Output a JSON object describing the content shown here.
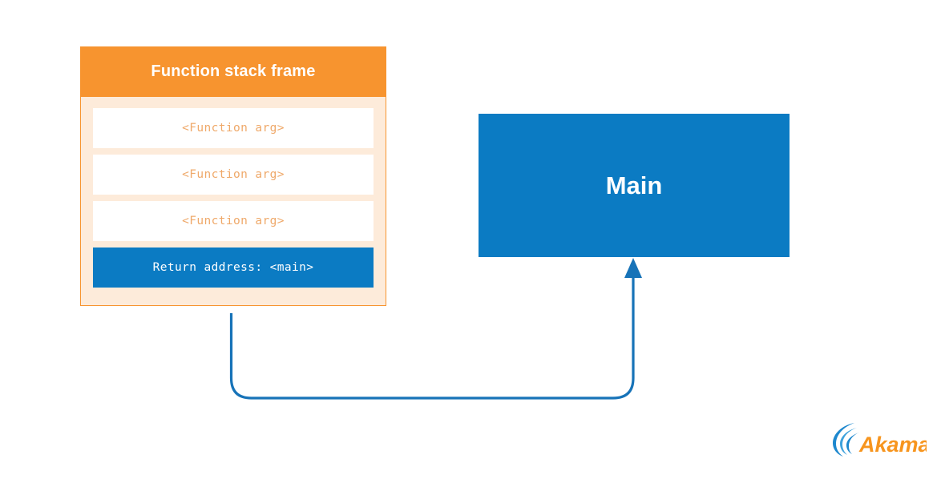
{
  "colors": {
    "orange": "#F7942F",
    "orange_light_bg": "#FDEBDA",
    "orange_text": "#EFA96A",
    "blue": "#0B7BC3",
    "blue_arrow": "#1773B8",
    "white": "#FFFFFF",
    "logo_orange": "#F7951E",
    "logo_blue": "#1E88CE",
    "page_background": "#FFFFFF"
  },
  "stack_frame": {
    "title": "Function stack frame",
    "slots": [
      {
        "label": "<Function arg>",
        "kind": "arg"
      },
      {
        "label": "<Function arg>",
        "kind": "arg"
      },
      {
        "label": "<Function arg>",
        "kind": "arg"
      },
      {
        "label": "Return address: <main>",
        "kind": "return"
      }
    ]
  },
  "main_box": {
    "label": "Main"
  },
  "connector": {
    "description": "return-arrow-from-stack-frame-to-main",
    "from": "Return address: <main>",
    "to": "Main",
    "arrowhead": "up"
  },
  "logo": {
    "name": "Akamai",
    "wordmark": "Akamai",
    "mark": "wave-swoosh-icon"
  }
}
